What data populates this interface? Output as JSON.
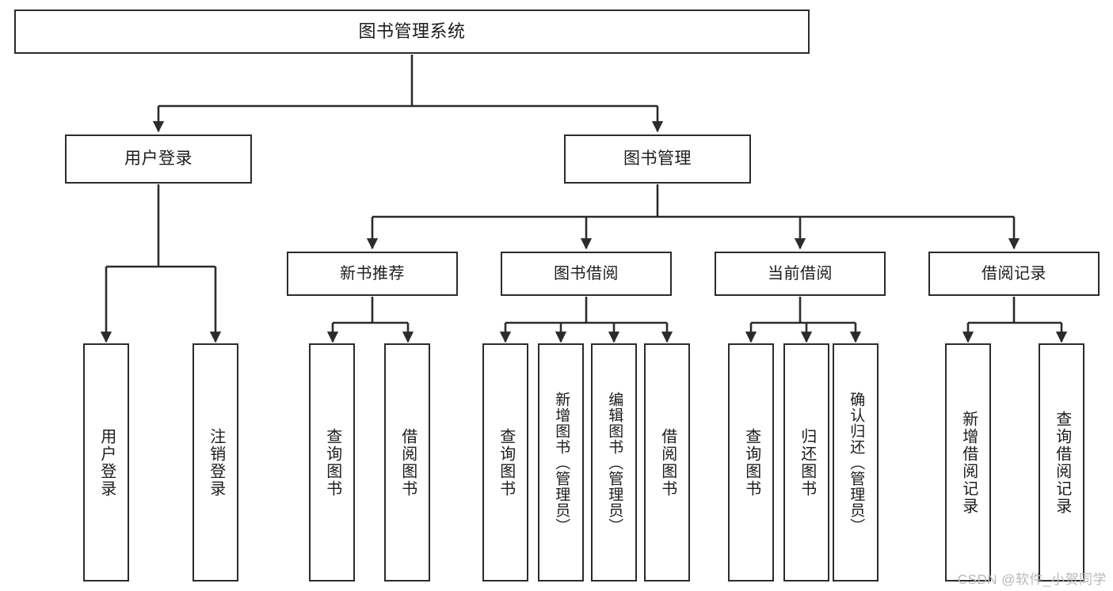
{
  "diagram": {
    "title": "图书管理系统",
    "type": "hierarchy-tree",
    "line_color": "#2b2b2b",
    "box_fill": "#ffffff",
    "text_color": "#1c1c1c",
    "nodes": {
      "root": {
        "label": "图书管理系统"
      },
      "level2": [
        {
          "id": "user-login",
          "label": "用户登录"
        },
        {
          "id": "book-management",
          "label": "图书管理"
        }
      ],
      "level3": [
        {
          "id": "new-book-recommend",
          "label": "新书推荐"
        },
        {
          "id": "book-borrow",
          "label": "图书借阅"
        },
        {
          "id": "current-borrow",
          "label": "当前借阅"
        },
        {
          "id": "borrow-record",
          "label": "借阅记录"
        }
      ],
      "leaves": {
        "user-login": [
          {
            "id": "leaf-user-login",
            "label": "用户登录"
          },
          {
            "id": "leaf-logout-login",
            "label": "注销登录"
          }
        ],
        "new-book-recommend": [
          {
            "id": "leaf-query-book-1",
            "label": "查询图书"
          },
          {
            "id": "leaf-borrow-book-1",
            "label": "借阅图书"
          }
        ],
        "book-borrow": [
          {
            "id": "leaf-query-book-2",
            "label": "查询图书"
          },
          {
            "id": "leaf-add-book",
            "label": "新增图书（管理员）"
          },
          {
            "id": "leaf-edit-book",
            "label": "编辑图书（管理员）"
          },
          {
            "id": "leaf-borrow-book-2",
            "label": "借阅图书"
          }
        ],
        "current-borrow": [
          {
            "id": "leaf-query-book-3",
            "label": "查询图书"
          },
          {
            "id": "leaf-return-book",
            "label": "归还图书"
          },
          {
            "id": "leaf-confirm-return",
            "label": "确认归还（管理员）"
          }
        ],
        "borrow-record": [
          {
            "id": "leaf-add-record",
            "label": "新增借阅记录"
          },
          {
            "id": "leaf-query-record",
            "label": "查询借阅记录"
          }
        ]
      }
    },
    "watermark": "CSDN @软件_小贺同学"
  }
}
